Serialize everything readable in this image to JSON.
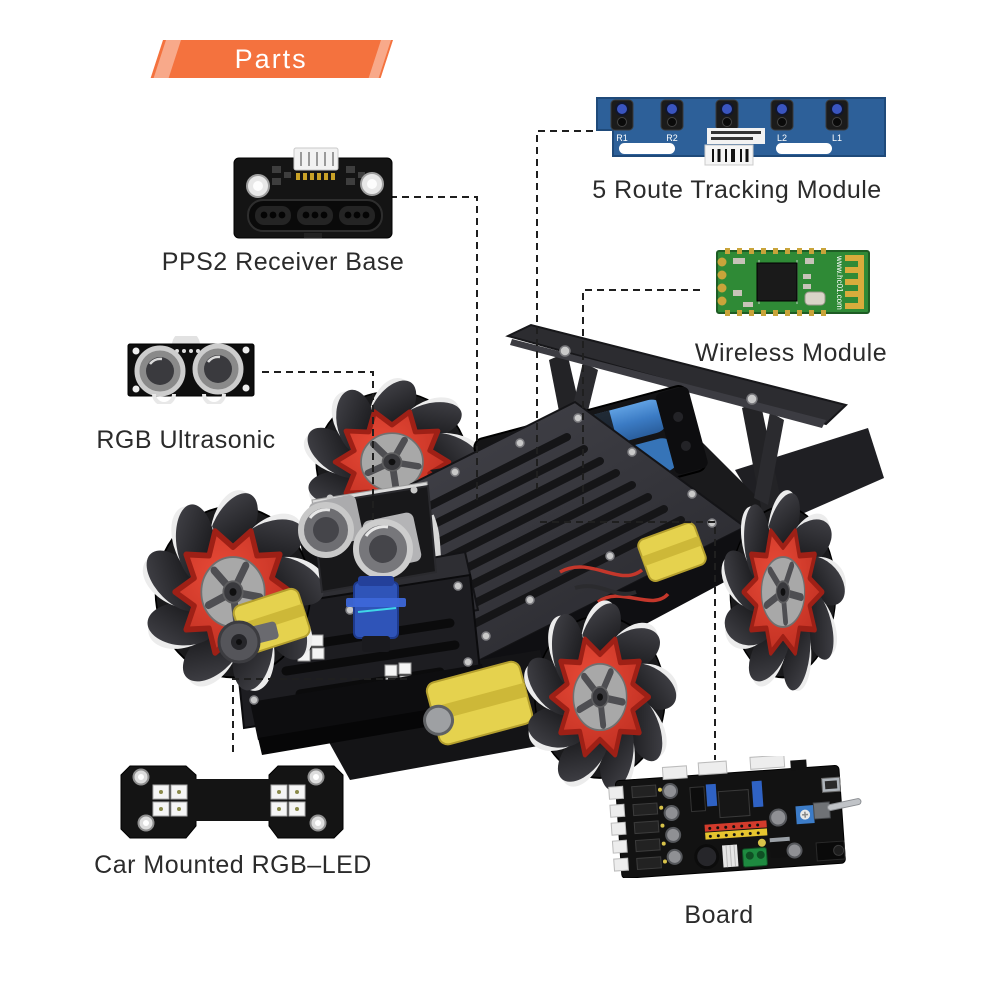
{
  "banner": {
    "label": "Parts"
  },
  "parts": {
    "pps2": {
      "label": "PPS2 Receiver Base"
    },
    "tracking": {
      "label": "5 Route Tracking Module",
      "sensors": [
        "R1",
        "R2",
        "L2",
        "L1"
      ]
    },
    "wireless": {
      "label": "Wireless Module",
      "pcb_text": "www.hc01.com"
    },
    "ultrasonic": {
      "label": "RGB Ultrasonic"
    },
    "led": {
      "label": "Car Mounted RGB–LED"
    },
    "board": {
      "label": "Board"
    }
  },
  "colors": {
    "accent_orange": "#F4723E",
    "accent_orange_light": "#F8A98A",
    "wheel_red": "#D5372B",
    "battery_blue": "#3B7BC4",
    "tracking_pcb_blue": "#2D6099",
    "wireless_pcb_green": "#2F8A36",
    "motor_yellow": "#E5D24E",
    "servo_blue": "#2F54B8",
    "chassis_dark": "#2A2A2E"
  }
}
